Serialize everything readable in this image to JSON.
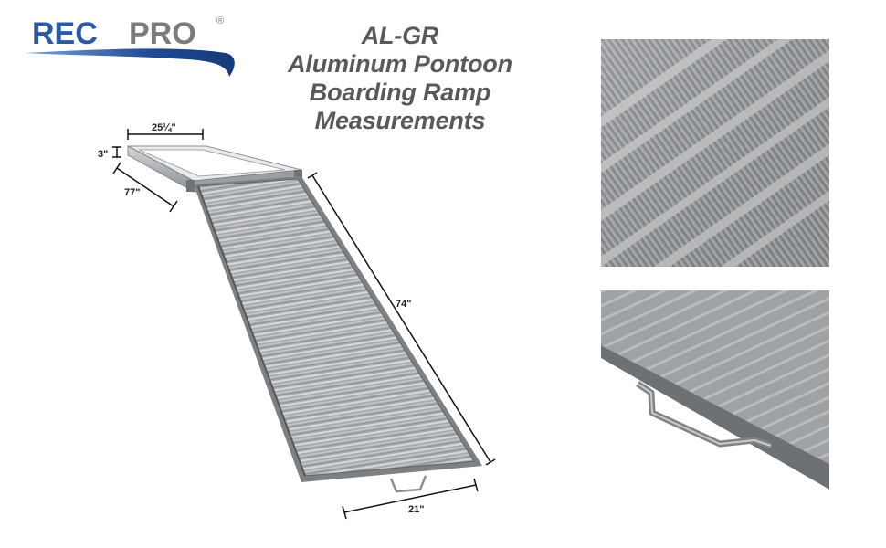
{
  "logo": {
    "text_rec": "REC",
    "text_pro": "PRO",
    "registered_mark": "®",
    "colors": {
      "rec": "#2b5aa0",
      "pro": "#7a7c80",
      "swoosh": "#1f4a94"
    }
  },
  "title": {
    "lines": [
      "AL-GR",
      "Aluminum Pontoon",
      "Boarding Ramp",
      "Measurements"
    ]
  },
  "dimensions": {
    "frame_width": "25¼\"",
    "frame_height": "3\"",
    "frame_length": "77\"",
    "ramp_length": "74\"",
    "ramp_width": "21\""
  },
  "details": {
    "top": "ramp-surface-closeup",
    "bottom": "ramp-end-handle-closeup"
  }
}
